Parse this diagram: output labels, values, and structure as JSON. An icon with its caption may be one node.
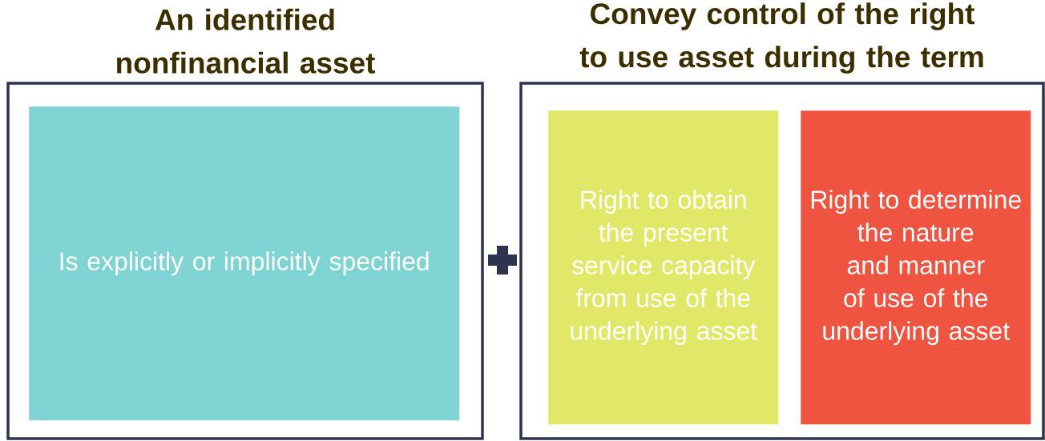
{
  "diagram": {
    "nodes": [
      {
        "text": [
          "An identified nonfinancial asset"
        ]
      },
      {
        "text": [
          "Is explicitly or implicitly specified"
        ],
        "in": 0
      },
      {
        "text": [
          "Convey control of the right to use asset during the term"
        ]
      },
      {
        "text": [
          "Right to obtain the present service capacity from use of the underlying asset"
        ],
        "in": 2
      },
      {
        "text": [
          "Right to determine the nature and manner of use of the underlying asset"
        ],
        "in": 2
      }
    ]
  }
}
